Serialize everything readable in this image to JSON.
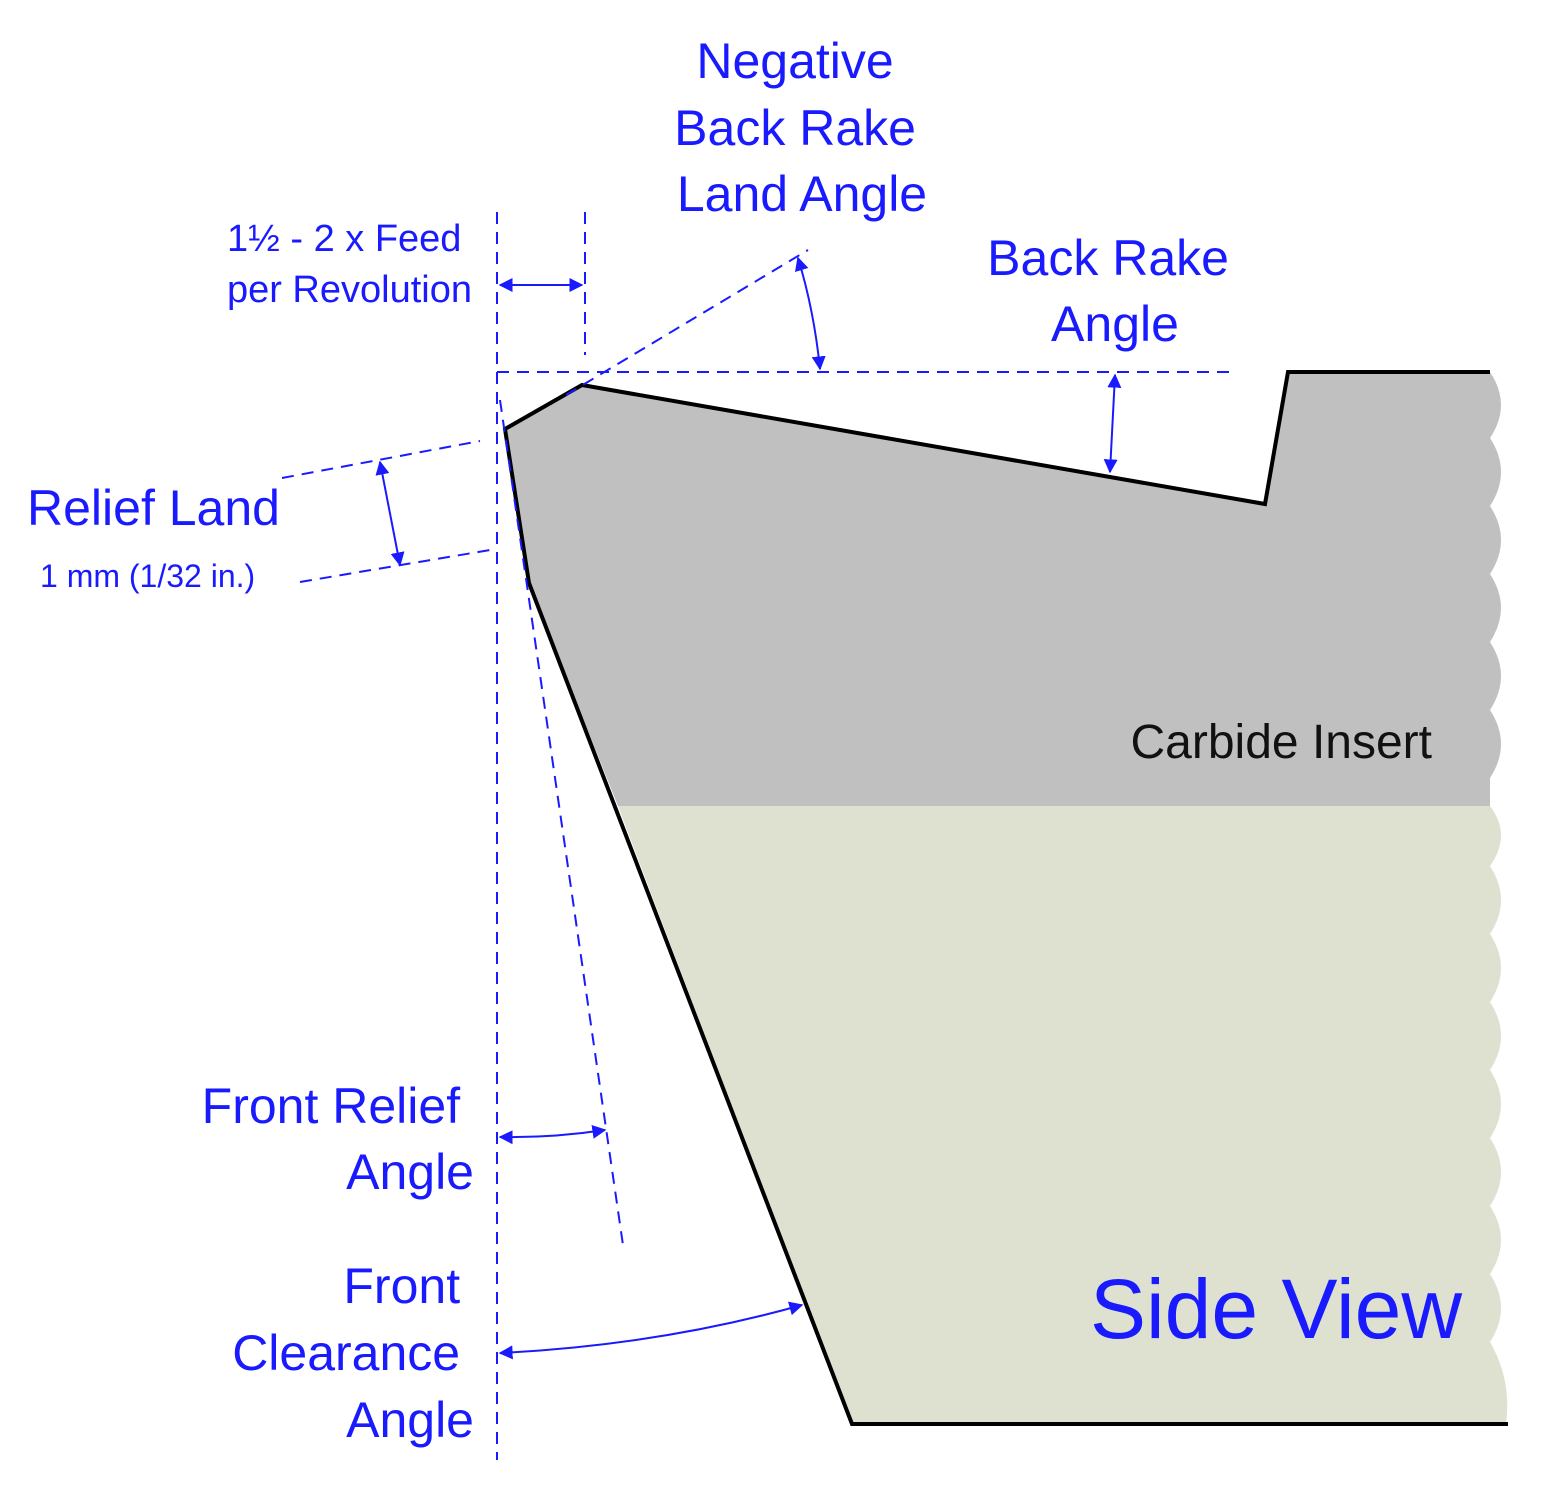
{
  "labels": {
    "negative_back_rake_land_angle": [
      "Negative",
      "Back Rake",
      "Land Angle"
    ],
    "feed": [
      "1½ - 2 x Feed",
      "per Revolution"
    ],
    "back_rake_angle": [
      "Back Rake",
      "Angle"
    ],
    "relief_land": "Relief Land",
    "relief_land_size": "1 mm (1/32 in.)",
    "carbide_insert": "Carbide Insert",
    "front_relief_angle": [
      "Front Relief",
      "Angle"
    ],
    "front_clearance_angle": [
      "Front",
      "Clearance",
      "Angle"
    ],
    "view_title": "Side View"
  },
  "colors": {
    "annotation": "#1a1aff",
    "insert": "#c0c0c0",
    "shank": "#dee1d0",
    "outline": "#000000",
    "text_dark": "#111111"
  }
}
